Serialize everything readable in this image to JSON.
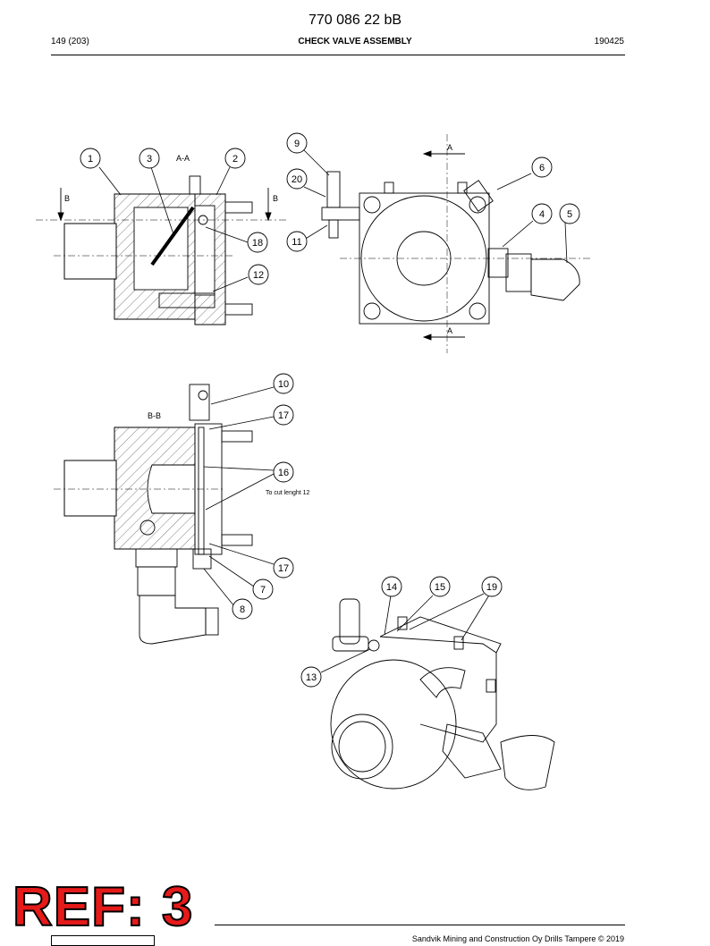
{
  "header": {
    "doc_number": "770 086 22 bB",
    "page": "149 (203)",
    "title": "CHECK VALVE ASSEMBLY",
    "date_code": "190425"
  },
  "drawing": {
    "views": {
      "section_aa": "A-A",
      "section_bb": "B-B",
      "mark_a": "A",
      "mark_b": "B"
    },
    "note": "To cut lenght 12",
    "callouts": [
      "1",
      "2",
      "3",
      "4",
      "5",
      "6",
      "7",
      "8",
      "9",
      "10",
      "11",
      "12",
      "13",
      "14",
      "15",
      "16",
      "17",
      "18",
      "19",
      "20"
    ]
  },
  "stamp": {
    "ref": "REF: 3"
  },
  "footer": {
    "copyright": "Sandvik Mining and Construction Oy Drills Tampere © 2019"
  }
}
